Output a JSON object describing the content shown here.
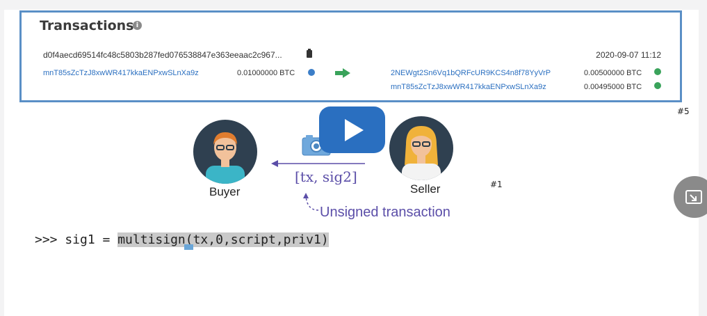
{
  "transaction": {
    "title": "Transactions",
    "hash": "d0f4aecd69514fc48c5803b287fed076538847e363eeaac2c967...",
    "date": "2020-09-07 11:12",
    "input": {
      "address": "mnT85sZcTzJ8xwWR417kkaENPxwSLnXa9z",
      "amount": "0.01000000 BTC"
    },
    "outputs": [
      {
        "address": "2NEWgt2Sn6Vq1bQRFcUR9KCS4n8f78YyVrP",
        "amount": "0.00500000 BTC"
      },
      {
        "address": "mnT85sZcTzJ8xwWR417kkaENPxwSLnXa9z",
        "amount": "0.00495000 BTC"
      }
    ]
  },
  "labels": {
    "tag5": "#5",
    "tag1": "#1",
    "buyer": "Buyer",
    "seller": "Seller",
    "signed": "[tx, sig2]",
    "unsigned": "Unsigned transaction"
  },
  "code": {
    "prompt": ">>> sig1 = ",
    "call": "multisign(tx,0,script,priv1)"
  },
  "icons": {
    "info": "info-icon",
    "copy": "clipboard-icon",
    "globe_blue": "globe-icon",
    "globe_green": "globe-icon",
    "arrow": "arrow-right-icon",
    "camera": "camera-icon",
    "play": "play-icon",
    "pip": "picture-in-picture-icon"
  },
  "colors": {
    "accent": "#2a6fc0",
    "box_border": "#5a8fc6",
    "purple": "#5b4ea8",
    "green": "#3aa35b"
  }
}
